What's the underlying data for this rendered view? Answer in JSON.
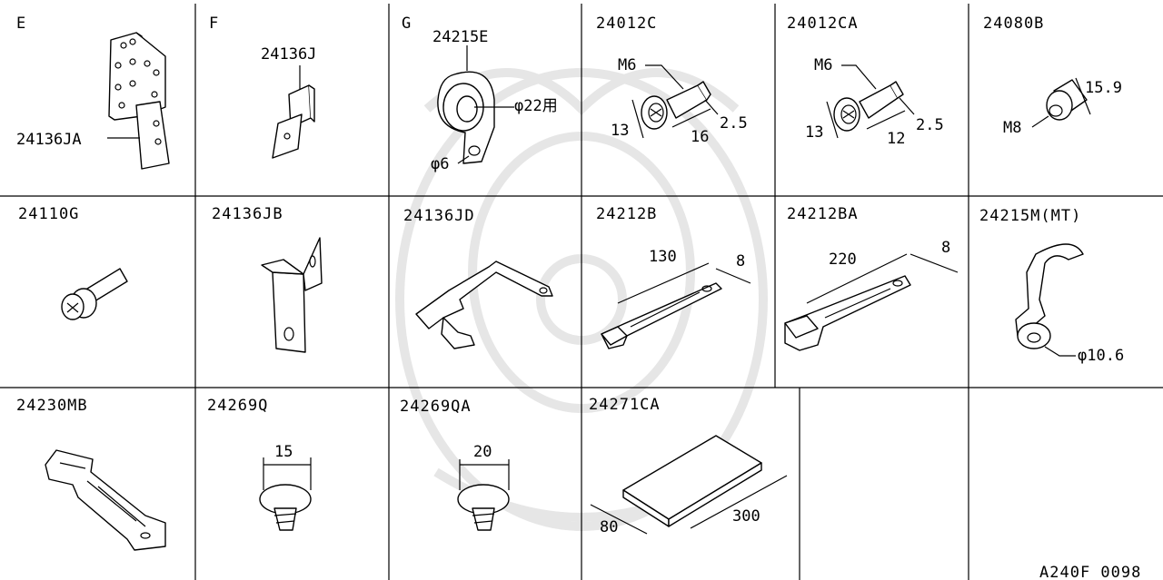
{
  "drawing_code": "A240F 0098",
  "cells": [
    {
      "id": "E",
      "label": "E",
      "callouts": [
        "24136JA"
      ]
    },
    {
      "id": "F",
      "label": "F",
      "callouts": [
        "24136J"
      ]
    },
    {
      "id": "G",
      "label": "G",
      "callouts": [
        "24215E",
        "φ22用",
        "φ6"
      ]
    },
    {
      "id": "24012C",
      "label": "24012C",
      "callouts": [
        "M6",
        "13",
        "16",
        "2.5"
      ]
    },
    {
      "id": "24012CA",
      "label": "24012CA",
      "callouts": [
        "M6",
        "13",
        "12",
        "2.5"
      ]
    },
    {
      "id": "24080B",
      "label": "24080B",
      "callouts": [
        "15.9",
        "M8"
      ]
    },
    {
      "id": "24110G",
      "label": "24110G",
      "callouts": []
    },
    {
      "id": "24136JB",
      "label": "24136JB",
      "callouts": []
    },
    {
      "id": "24136JD",
      "label": "24136JD",
      "callouts": []
    },
    {
      "id": "24212B",
      "label": "24212B",
      "callouts": [
        "130",
        "8"
      ]
    },
    {
      "id": "24212BA",
      "label": "24212BA",
      "callouts": [
        "220",
        "8"
      ]
    },
    {
      "id": "24215M",
      "label": "24215M(MT)",
      "callouts": [
        "φ10.6"
      ]
    },
    {
      "id": "24230MB",
      "label": "24230MB",
      "callouts": []
    },
    {
      "id": "24269Q",
      "label": "24269Q",
      "callouts": [
        "15"
      ]
    },
    {
      "id": "24269QA",
      "label": "24269QA",
      "callouts": [
        "20"
      ]
    },
    {
      "id": "24271CA",
      "label": "24271CA",
      "callouts": [
        "80",
        "300"
      ]
    }
  ]
}
